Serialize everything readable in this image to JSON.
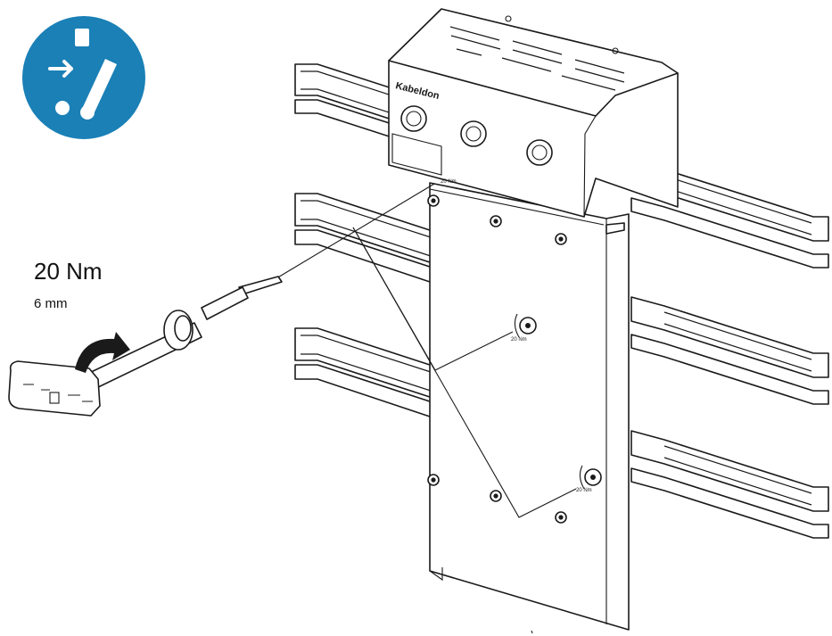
{
  "warning_symbol": {
    "icon": "disconnect-before-work-icon",
    "color": "#1a80b6",
    "glyph_color": "#ffffff"
  },
  "torque": {
    "value": "20 Nm",
    "bit": "6 mm"
  },
  "device": {
    "brand": "Kabeldon"
  },
  "callout_labels": [
    "20 Nm",
    "20 Nm",
    "20 Nm"
  ]
}
